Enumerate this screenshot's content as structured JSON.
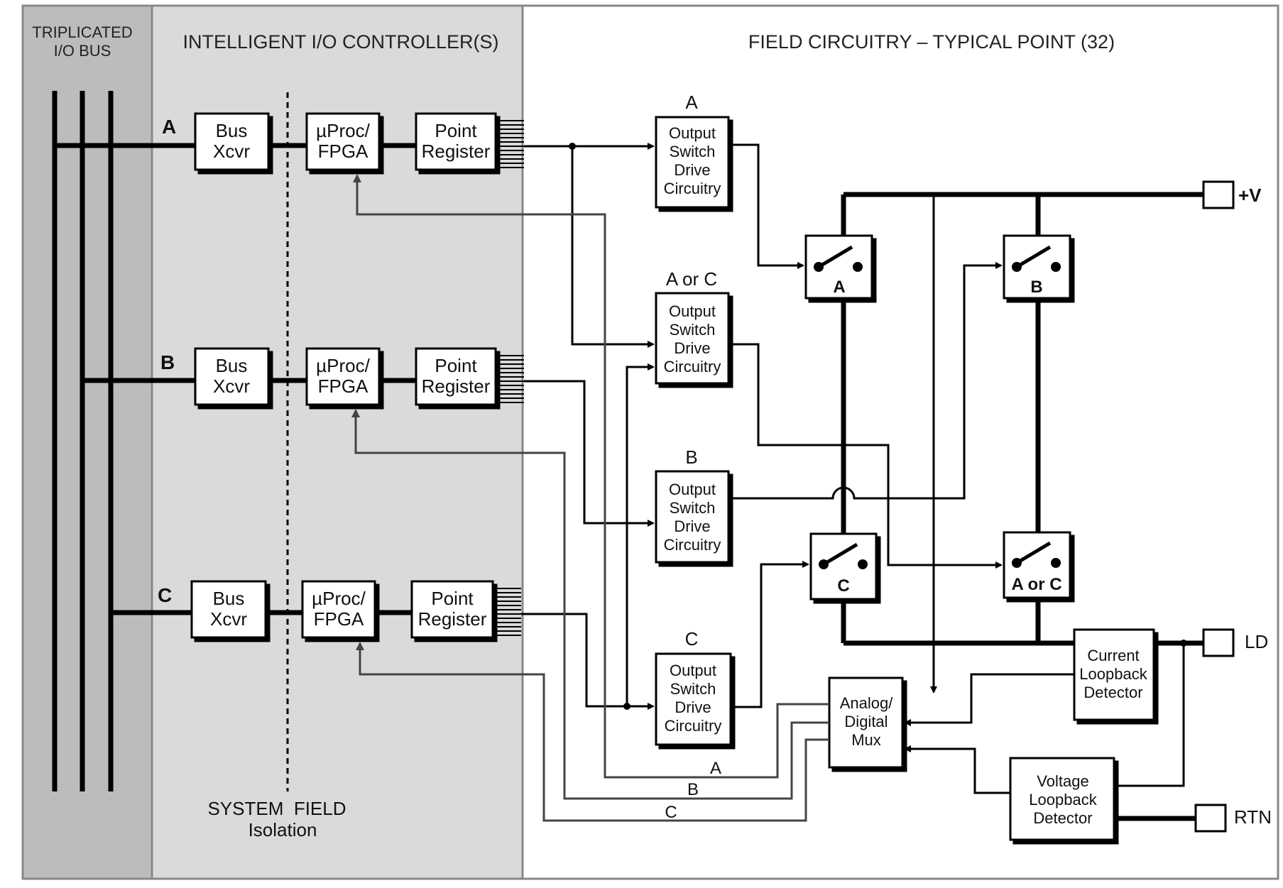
{
  "headers": {
    "bus": [
      "TRIPLICATED",
      "I/O BUS"
    ],
    "controllers": "INTELLIGENT I/O CONTROLLER(S)",
    "field": "FIELD CIRCUITRY – TYPICAL POINT (32)"
  },
  "channels": [
    {
      "label": "A",
      "xcvr": [
        "Bus",
        "Xcvr"
      ],
      "proc": [
        "µProc/",
        "FPGA"
      ],
      "reg": [
        "Point",
        "Register"
      ]
    },
    {
      "label": "B",
      "xcvr": [
        "Bus",
        "Xcvr"
      ],
      "proc": [
        "µProc/",
        "FPGA"
      ],
      "reg": [
        "Point",
        "Register"
      ]
    },
    {
      "label": "C",
      "xcvr": [
        "Bus",
        "Xcvr"
      ],
      "proc": [
        "µProc/",
        "FPGA"
      ],
      "reg": [
        "Point",
        "Register"
      ]
    }
  ],
  "drivers": [
    {
      "title": "A",
      "lines": [
        "Output",
        "Switch",
        "Drive",
        "Circuitry"
      ]
    },
    {
      "title": "A or C",
      "lines": [
        "Output",
        "Switch",
        "Drive",
        "Circuitry"
      ]
    },
    {
      "title": "B",
      "lines": [
        "Output",
        "Switch",
        "Drive",
        "Circuitry"
      ]
    },
    {
      "title": "C",
      "lines": [
        "Output",
        "Switch",
        "Drive",
        "Circuitry"
      ]
    }
  ],
  "switches": [
    "A",
    "B",
    "C",
    "A or C"
  ],
  "mux": [
    "Analog/",
    "Digital",
    "Mux"
  ],
  "current_detector": [
    "Current",
    "Loopback",
    "Detector"
  ],
  "voltage_detector": [
    "Voltage",
    "Loopback",
    "Detector"
  ],
  "terminals": {
    "v": "+V",
    "ld": "LD",
    "rtn": "RTN"
  },
  "isolation": [
    "SYSTEM  FIELD",
    "Isolation"
  ],
  "feedback_labels": [
    "A",
    "B",
    "C"
  ]
}
